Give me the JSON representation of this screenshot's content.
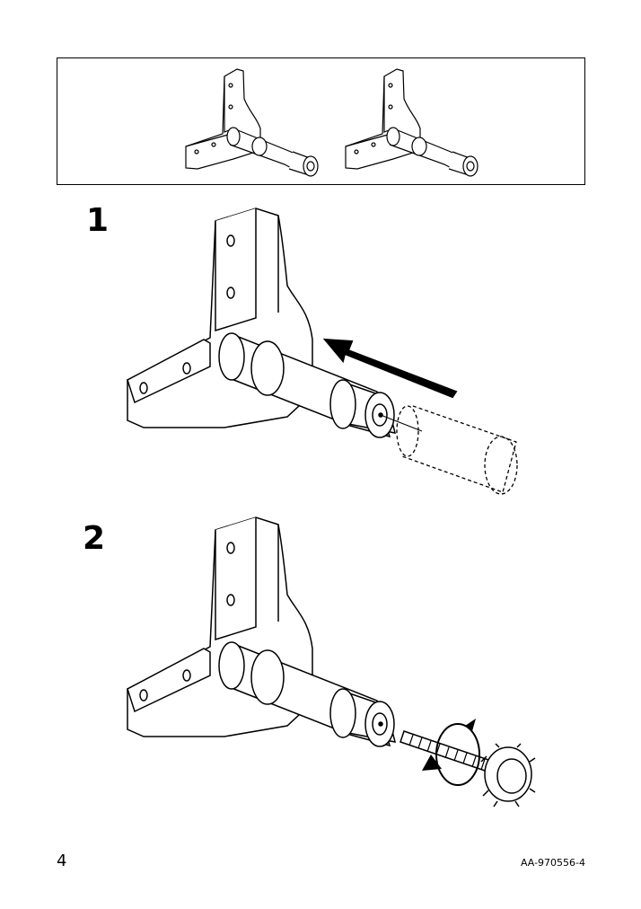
{
  "steps": [
    {
      "number": "1"
    },
    {
      "number": "2"
    }
  ],
  "footer": {
    "page_number": "4",
    "document_code": "AA-970556-4"
  },
  "icons": {
    "overview_left": "bracket-with-rod-icon",
    "overview_right": "bracket-with-rod-icon",
    "step1": "insert-rod-arrow-icon",
    "step2": "screw-knob-rotate-icon"
  }
}
